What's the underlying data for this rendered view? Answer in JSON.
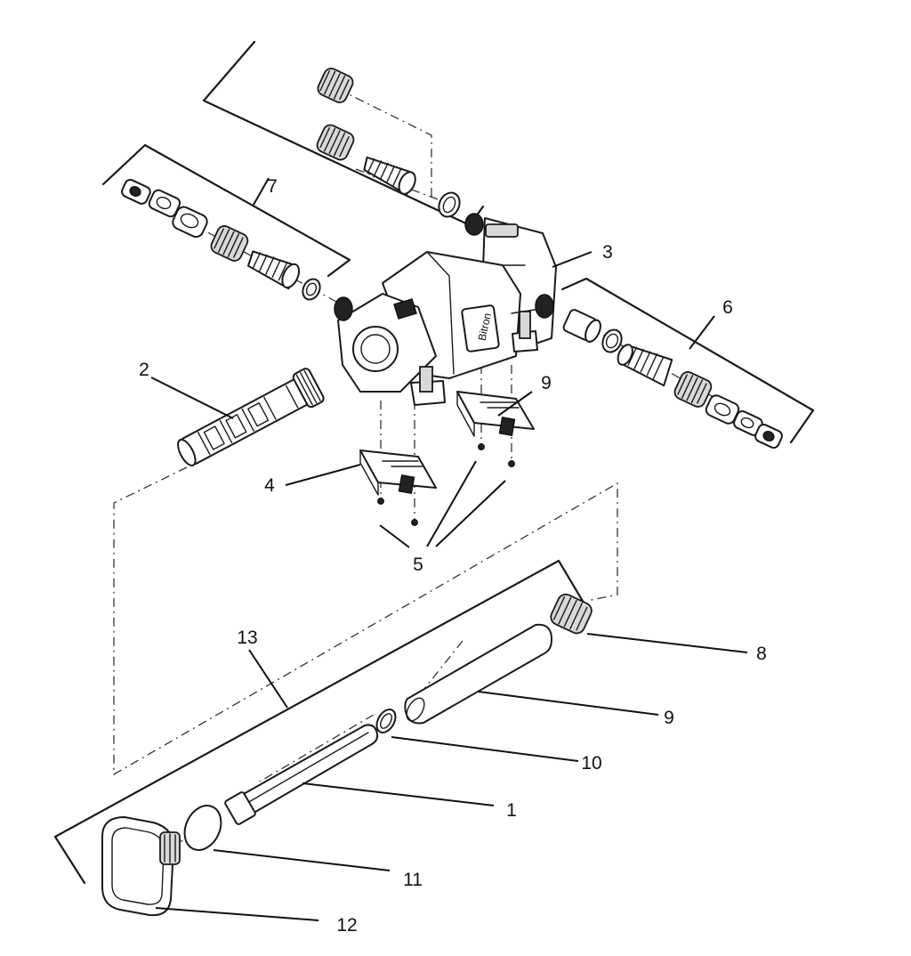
{
  "diagram": {
    "brand_text": "Bitron",
    "callouts": [
      "1",
      "2",
      "3",
      "4",
      "5",
      "6",
      "7",
      "8",
      "9",
      "9",
      "10",
      "11",
      "12",
      "13"
    ]
  }
}
